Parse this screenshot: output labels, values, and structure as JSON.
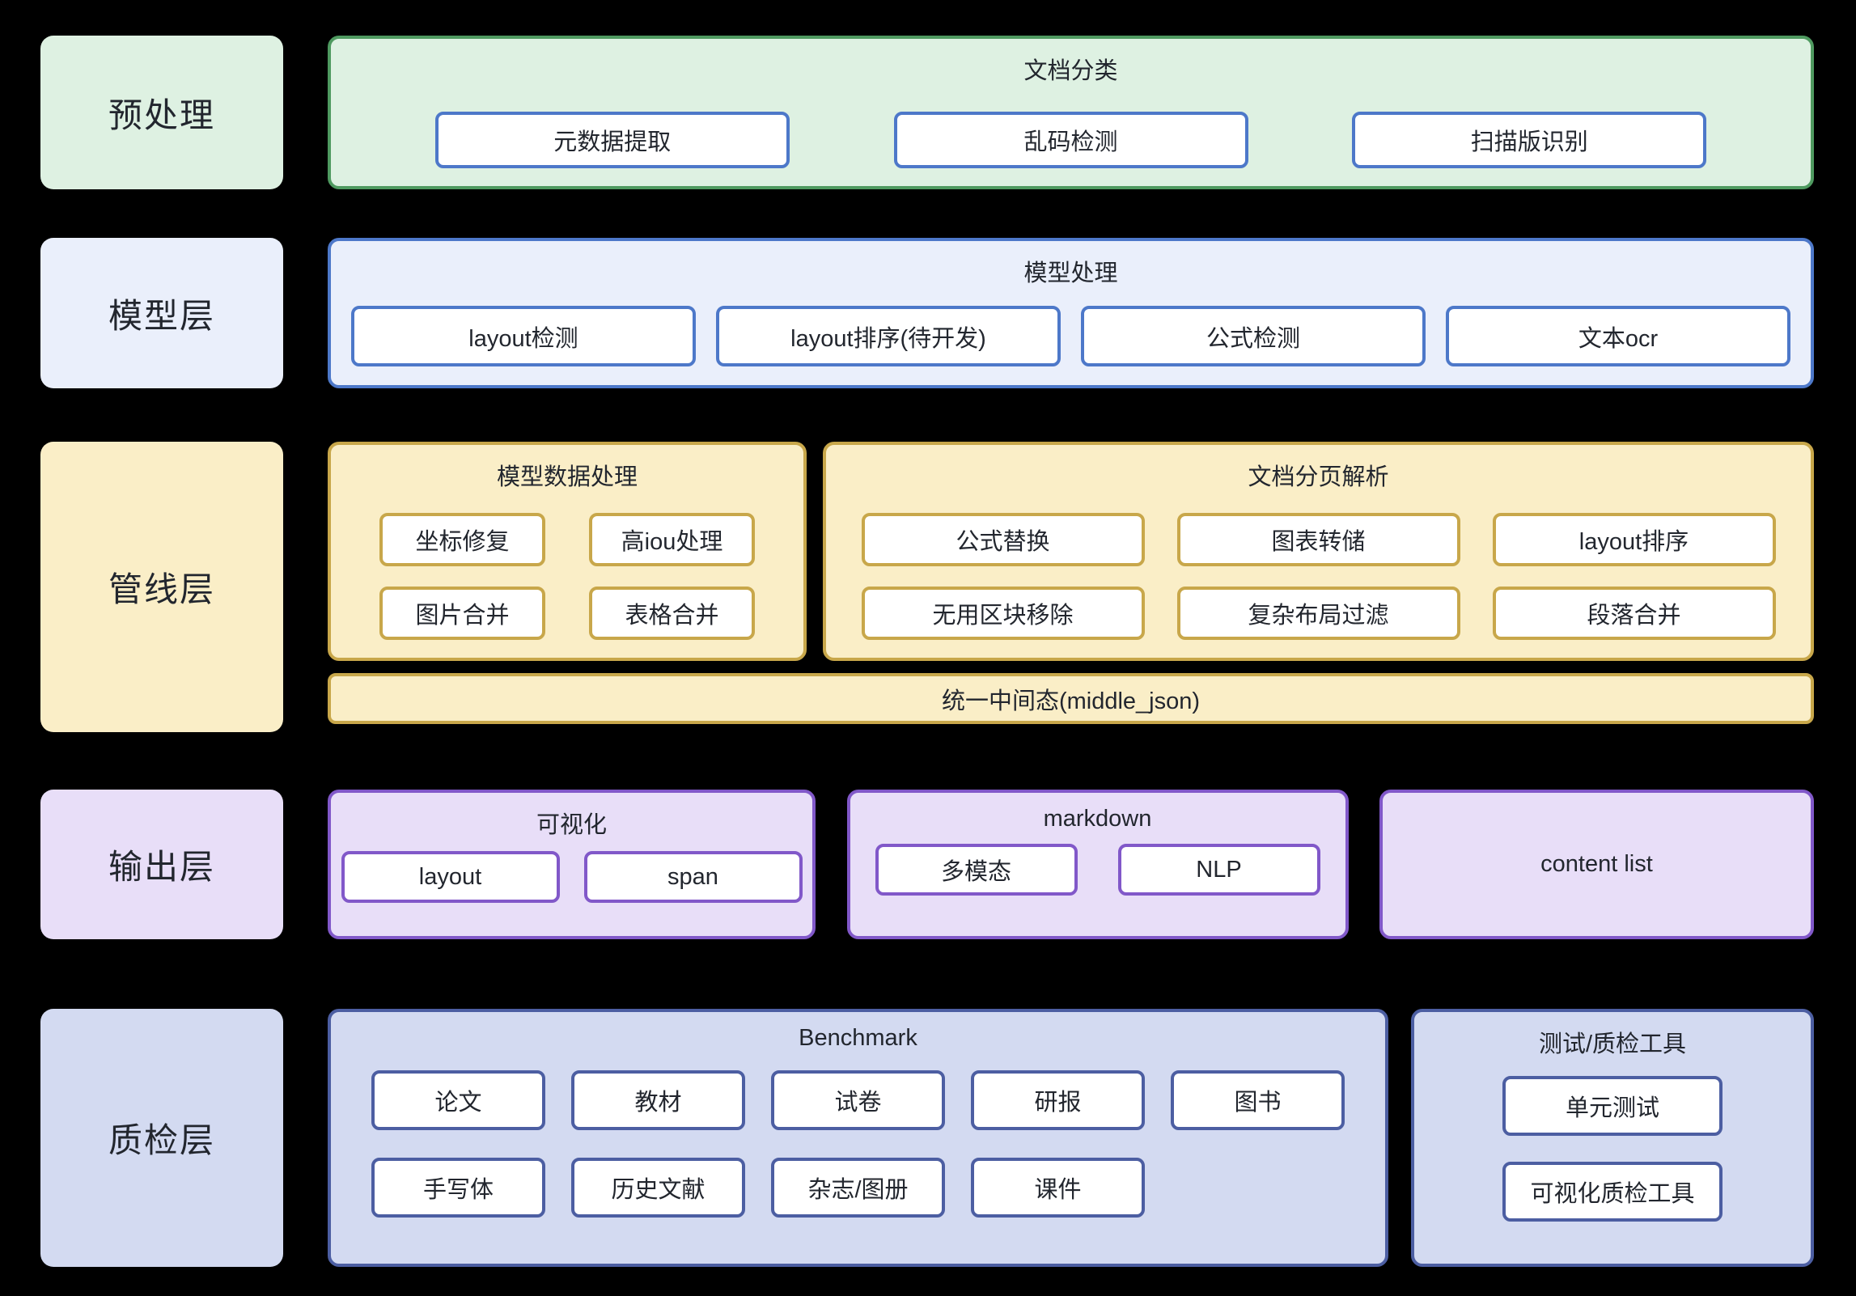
{
  "colors": {
    "background": "#000000",
    "text": "#22262e",
    "node_fill": "#ffffff",
    "green_fill": "#def1e2",
    "green_border": "#4f9a60",
    "blue_fill": "#eaeffb",
    "blue_border": "#4d78c9",
    "gold_fill": "#faeec7",
    "gold_border": "#c8a74a",
    "purple_fill": "#e8def8",
    "purple_border": "#8158c9",
    "slate_fill": "#d3daf1",
    "slate_border": "#4c5ea2"
  },
  "layers": [
    {
      "label": "预处理",
      "groups": [
        {
          "title": "文档分类",
          "items": [
            "元数据提取",
            "乱码检测",
            "扫描版识别"
          ]
        }
      ]
    },
    {
      "label": "模型层",
      "groups": [
        {
          "title": "模型处理",
          "items": [
            "layout检测",
            "layout排序(待开发)",
            "公式检测",
            "文本ocr"
          ]
        }
      ]
    },
    {
      "label": "管线层",
      "groups": [
        {
          "title": "模型数据处理",
          "items": [
            "坐标修复",
            "高iou处理",
            "图片合并",
            "表格合并"
          ]
        },
        {
          "title": "文档分页解析",
          "items": [
            "公式替换",
            "图表转储",
            "layout排序",
            "无用区块移除",
            "复杂布局过滤",
            "段落合并"
          ]
        }
      ],
      "bar": "统一中间态(middle_json)"
    },
    {
      "label": "输出层",
      "groups": [
        {
          "title": "可视化",
          "items": [
            "layout",
            "span"
          ]
        },
        {
          "title": "markdown",
          "items": [
            "多模态",
            "NLP"
          ]
        },
        {
          "title": "content list",
          "items": []
        }
      ]
    },
    {
      "label": "质检层",
      "groups": [
        {
          "title": "Benchmark",
          "items": [
            "论文",
            "教材",
            "试卷",
            "研报",
            "图书",
            "手写体",
            "历史文献",
            "杂志/图册",
            "课件"
          ]
        },
        {
          "title": "测试/质检工具",
          "items": [
            "单元测试",
            "可视化质检工具"
          ]
        }
      ]
    }
  ]
}
